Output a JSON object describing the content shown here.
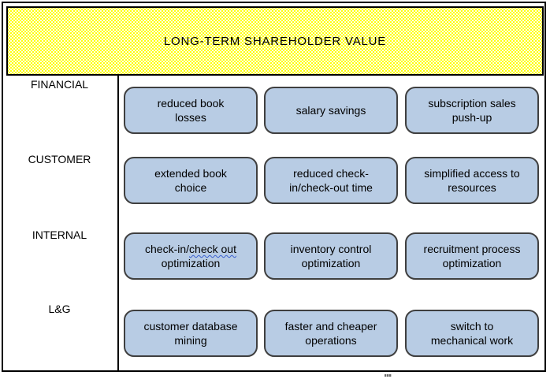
{
  "header": {
    "title": "LONG-TERM SHAREHOLDER VALUE"
  },
  "rows": [
    {
      "label": "FINANCIAL",
      "boxes": [
        {
          "line1": "reduced book",
          "line2": "losses"
        },
        {
          "line1": "salary savings"
        },
        {
          "line1": "subscription sales",
          "line2": "push-up"
        }
      ]
    },
    {
      "label": "CUSTOMER",
      "boxes": [
        {
          "line1": "extended book",
          "line2": "choice"
        },
        {
          "line1": "reduced check-",
          "line2": "in/check-out time"
        },
        {
          "line1": "simplified access to",
          "line2": "resources"
        }
      ]
    },
    {
      "label": "INTERNAL",
      "boxes": [
        {
          "line1_pre": "check-in/",
          "line1_flagged": "check out",
          "line2": "optimization"
        },
        {
          "line1": "inventory control",
          "line2": "optimization"
        },
        {
          "line1": "recruitment process",
          "line2": "optimization"
        }
      ]
    },
    {
      "label": "L&G",
      "boxes": [
        {
          "line1": "customer database",
          "line2": "mining"
        },
        {
          "line1": "faster and cheaper",
          "line2": "operations"
        },
        {
          "line1": "switch to",
          "line2": "mechanical work"
        }
      ]
    }
  ],
  "colors": {
    "box_fill": "#b8cce4",
    "box_border": "#3f3f3f",
    "header_dot": "#ffff00",
    "line": "#000000",
    "spellcheck_squiggle": "#3a5fd0"
  }
}
